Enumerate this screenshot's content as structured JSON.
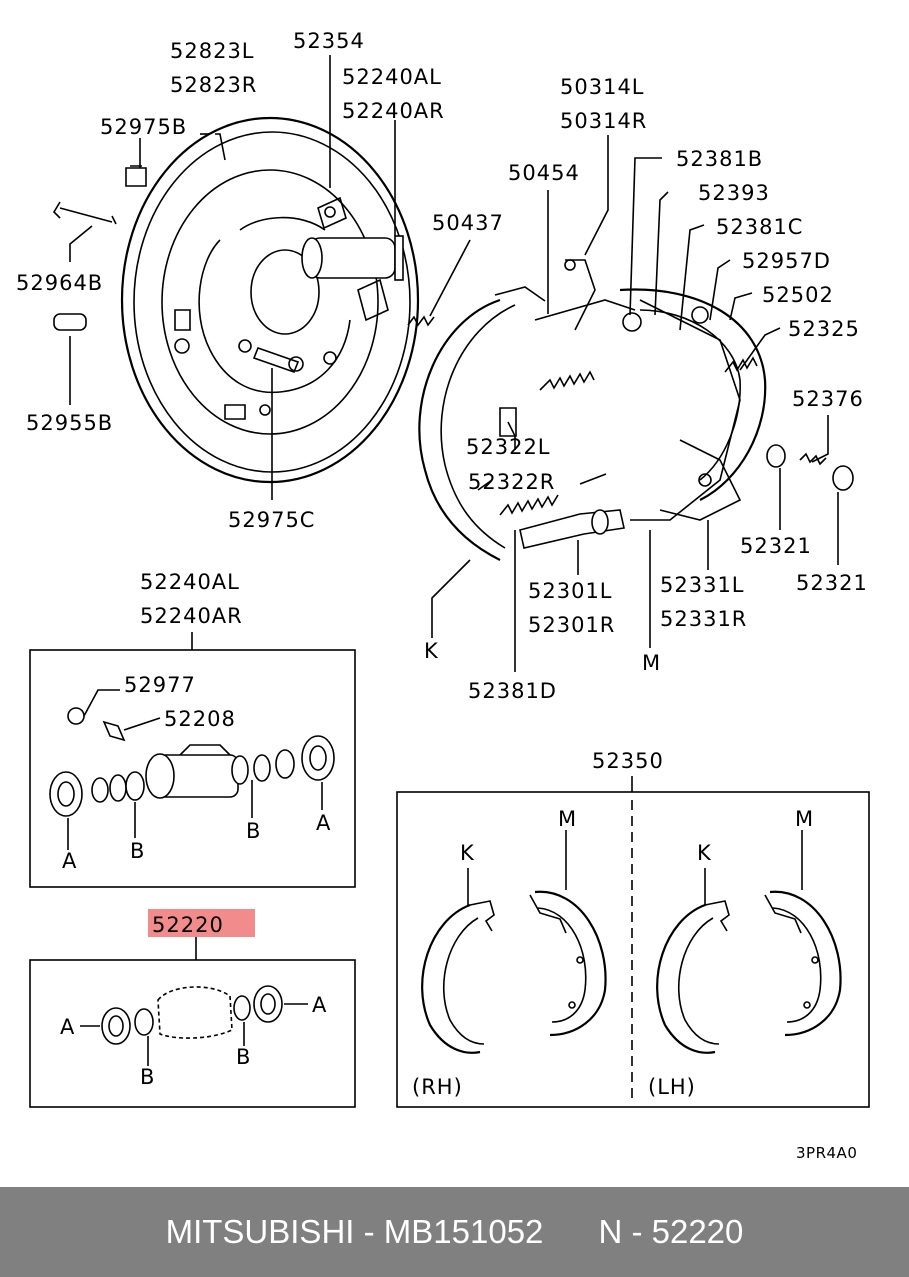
{
  "parts": {
    "p52823L": "52823L",
    "p52823R": "52823R",
    "p52354": "52354",
    "p52240AL_top": "52240AL",
    "p52240AR_top": "52240AR",
    "p52975B": "52975B",
    "p52964B": "52964B",
    "p52955B": "52955B",
    "p52975C": "52975C",
    "p50437": "50437",
    "p50314L": "50314L",
    "p50314R": "50314R",
    "p50454": "50454",
    "p52381B": "52381B",
    "p52393": "52393",
    "p52381C": "52381C",
    "p52957D": "52957D",
    "p52502": "52502",
    "p52325": "52325",
    "p52376": "52376",
    "p52322L": "52322L",
    "p52322R": "52322R",
    "p52321a": "52321",
    "p52321b": "52321",
    "p52301L": "52301L",
    "p52301R": "52301R",
    "p52331L": "52331L",
    "p52331R": "52331R",
    "p52381D": "52381D",
    "K": "K",
    "M": "M",
    "p52240AL_box": "52240AL",
    "p52240AR_box": "52240AR",
    "p52977": "52977",
    "p52208": "52208",
    "p52220": "52220",
    "p52350": "52350"
  },
  "callouts": {
    "A": "A",
    "B": "B",
    "K": "K",
    "M": "M",
    "RH": "(RH)",
    "LH": "(LH)"
  },
  "diagram_code": "3PR4A0",
  "highlight_color": "#f28b8b",
  "footer": {
    "brand": "MITSUBISHI",
    "sep": "-",
    "part_number": "MB151052",
    "n_prefix": "N",
    "ref_number": "52220"
  }
}
